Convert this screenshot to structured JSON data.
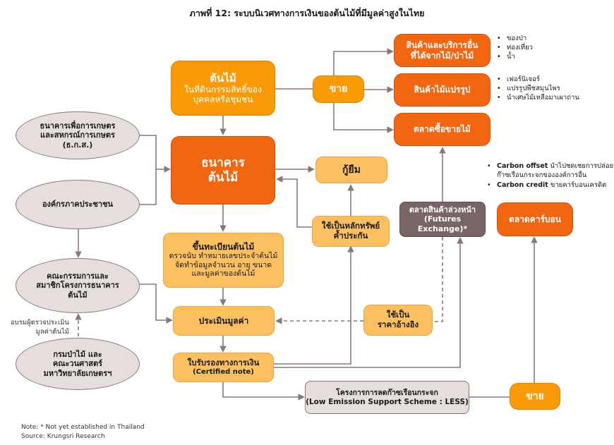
{
  "title": "ภาพที่ 12: ระบบนิเวศทางการเงินของต้นไม้ที่มีมูลค่าสูงในไทย",
  "boxes": {
    "tree": {
      "title": "ต้นไม้",
      "line1": "ในที่ดินกรรมสิทธิ์ของ",
      "line2": "บุคคลหรือชุมชน"
    },
    "sell_top": "ขาย",
    "other_products": {
      "line1": "สินค้าและบริการอื่น",
      "line2": "ที่ได้จากไม้/ป่าไม้"
    },
    "processed": "สินค้าไม้แปรรูป",
    "timber_market": "ตลาดซื้อขายไม้",
    "baac": {
      "line1": "ธนาคารเพื่อการเกษตร",
      "line2": "และสหกรณ์การเกษตร",
      "line3": "(ธ.ก.ส.)"
    },
    "civil": "องค์กรภาคประชาชน",
    "tree_bank": {
      "line1": "ธนาคาร",
      "line2": "ต้นไม้"
    },
    "loan": "กู้ยืม",
    "collateral": {
      "line1": "ใช้เป็นหลักทรัพย์",
      "line2": "ค้ำประกัน"
    },
    "futures": {
      "line1": "ตลาดสินค้าล่วงหน้า",
      "line2": "(Futures Exchange)*"
    },
    "carbon_market": "ตลาดคาร์บอน",
    "register": {
      "title": "ขึ้นทะเบียนต้นไม้",
      "line1": "ตรวจนับ ทำหมายเลขประจำต้นไม้",
      "line2": "จัดทำข้อมูลจำนวน อายุ ขนาด",
      "line3": "และมูลค่าของต้นไม้"
    },
    "committee": {
      "line1": "คณะกรรมการและ",
      "line2": "สมาชิกโครงการธนาคาร",
      "line3": "ต้นไม้"
    },
    "valuation": "ประเมินมูลค่า",
    "reference": {
      "line1": "ใช้เป็น",
      "line2": "ราคาอ้างอิง"
    },
    "forestry": {
      "line1": "กรมป่าไม้ และ",
      "line2": "คณะวนศาสตร์",
      "line3": "มหาวิทยาลัยเกษตรฯ"
    },
    "certified": {
      "line1": "ใบรับรองทางการเงิน",
      "line2": "(Certified note)"
    },
    "less": {
      "line1": "โครงการการลดก๊าซเรือนกระจก",
      "line2": "(Low Emission Support Scheme : LESS)"
    },
    "sell_bottom": "ขาย"
  },
  "bullets_other": [
    "ของป่า",
    "ท่องเที่ยว",
    "น้ำ"
  ],
  "bullets_processed": [
    "เฟอร์นิเจอร์",
    "แปรรูปพืชสมุนไพร",
    "นำเศษไม้เหลือมาเผาถ่าน"
  ],
  "carbon_notes": [
    {
      "bold": "Carbon offset",
      "text": " นำไปชดเชยการปล่อย",
      "text2": "ก๊าซเรือนกระจกขององค์การอื่น"
    },
    {
      "bold": "Carbon credit",
      "text": " ขายคาร์บอนเครดิต",
      "text2": ""
    }
  ],
  "training_label": {
    "line1": "อบรมผู้ตรวจประเมิน",
    "line2": "มูลค่าต้นไม้"
  },
  "note": "Note: * Not yet established in Thailand",
  "source": "Source: Krungsri Research",
  "colors": {
    "orange": "#fb9a07",
    "deep_orange": "#f26511",
    "peach": "#fcc060",
    "grey": "#e6dedd",
    "dark_grey": "#7a6566",
    "line": "#8b7777"
  }
}
